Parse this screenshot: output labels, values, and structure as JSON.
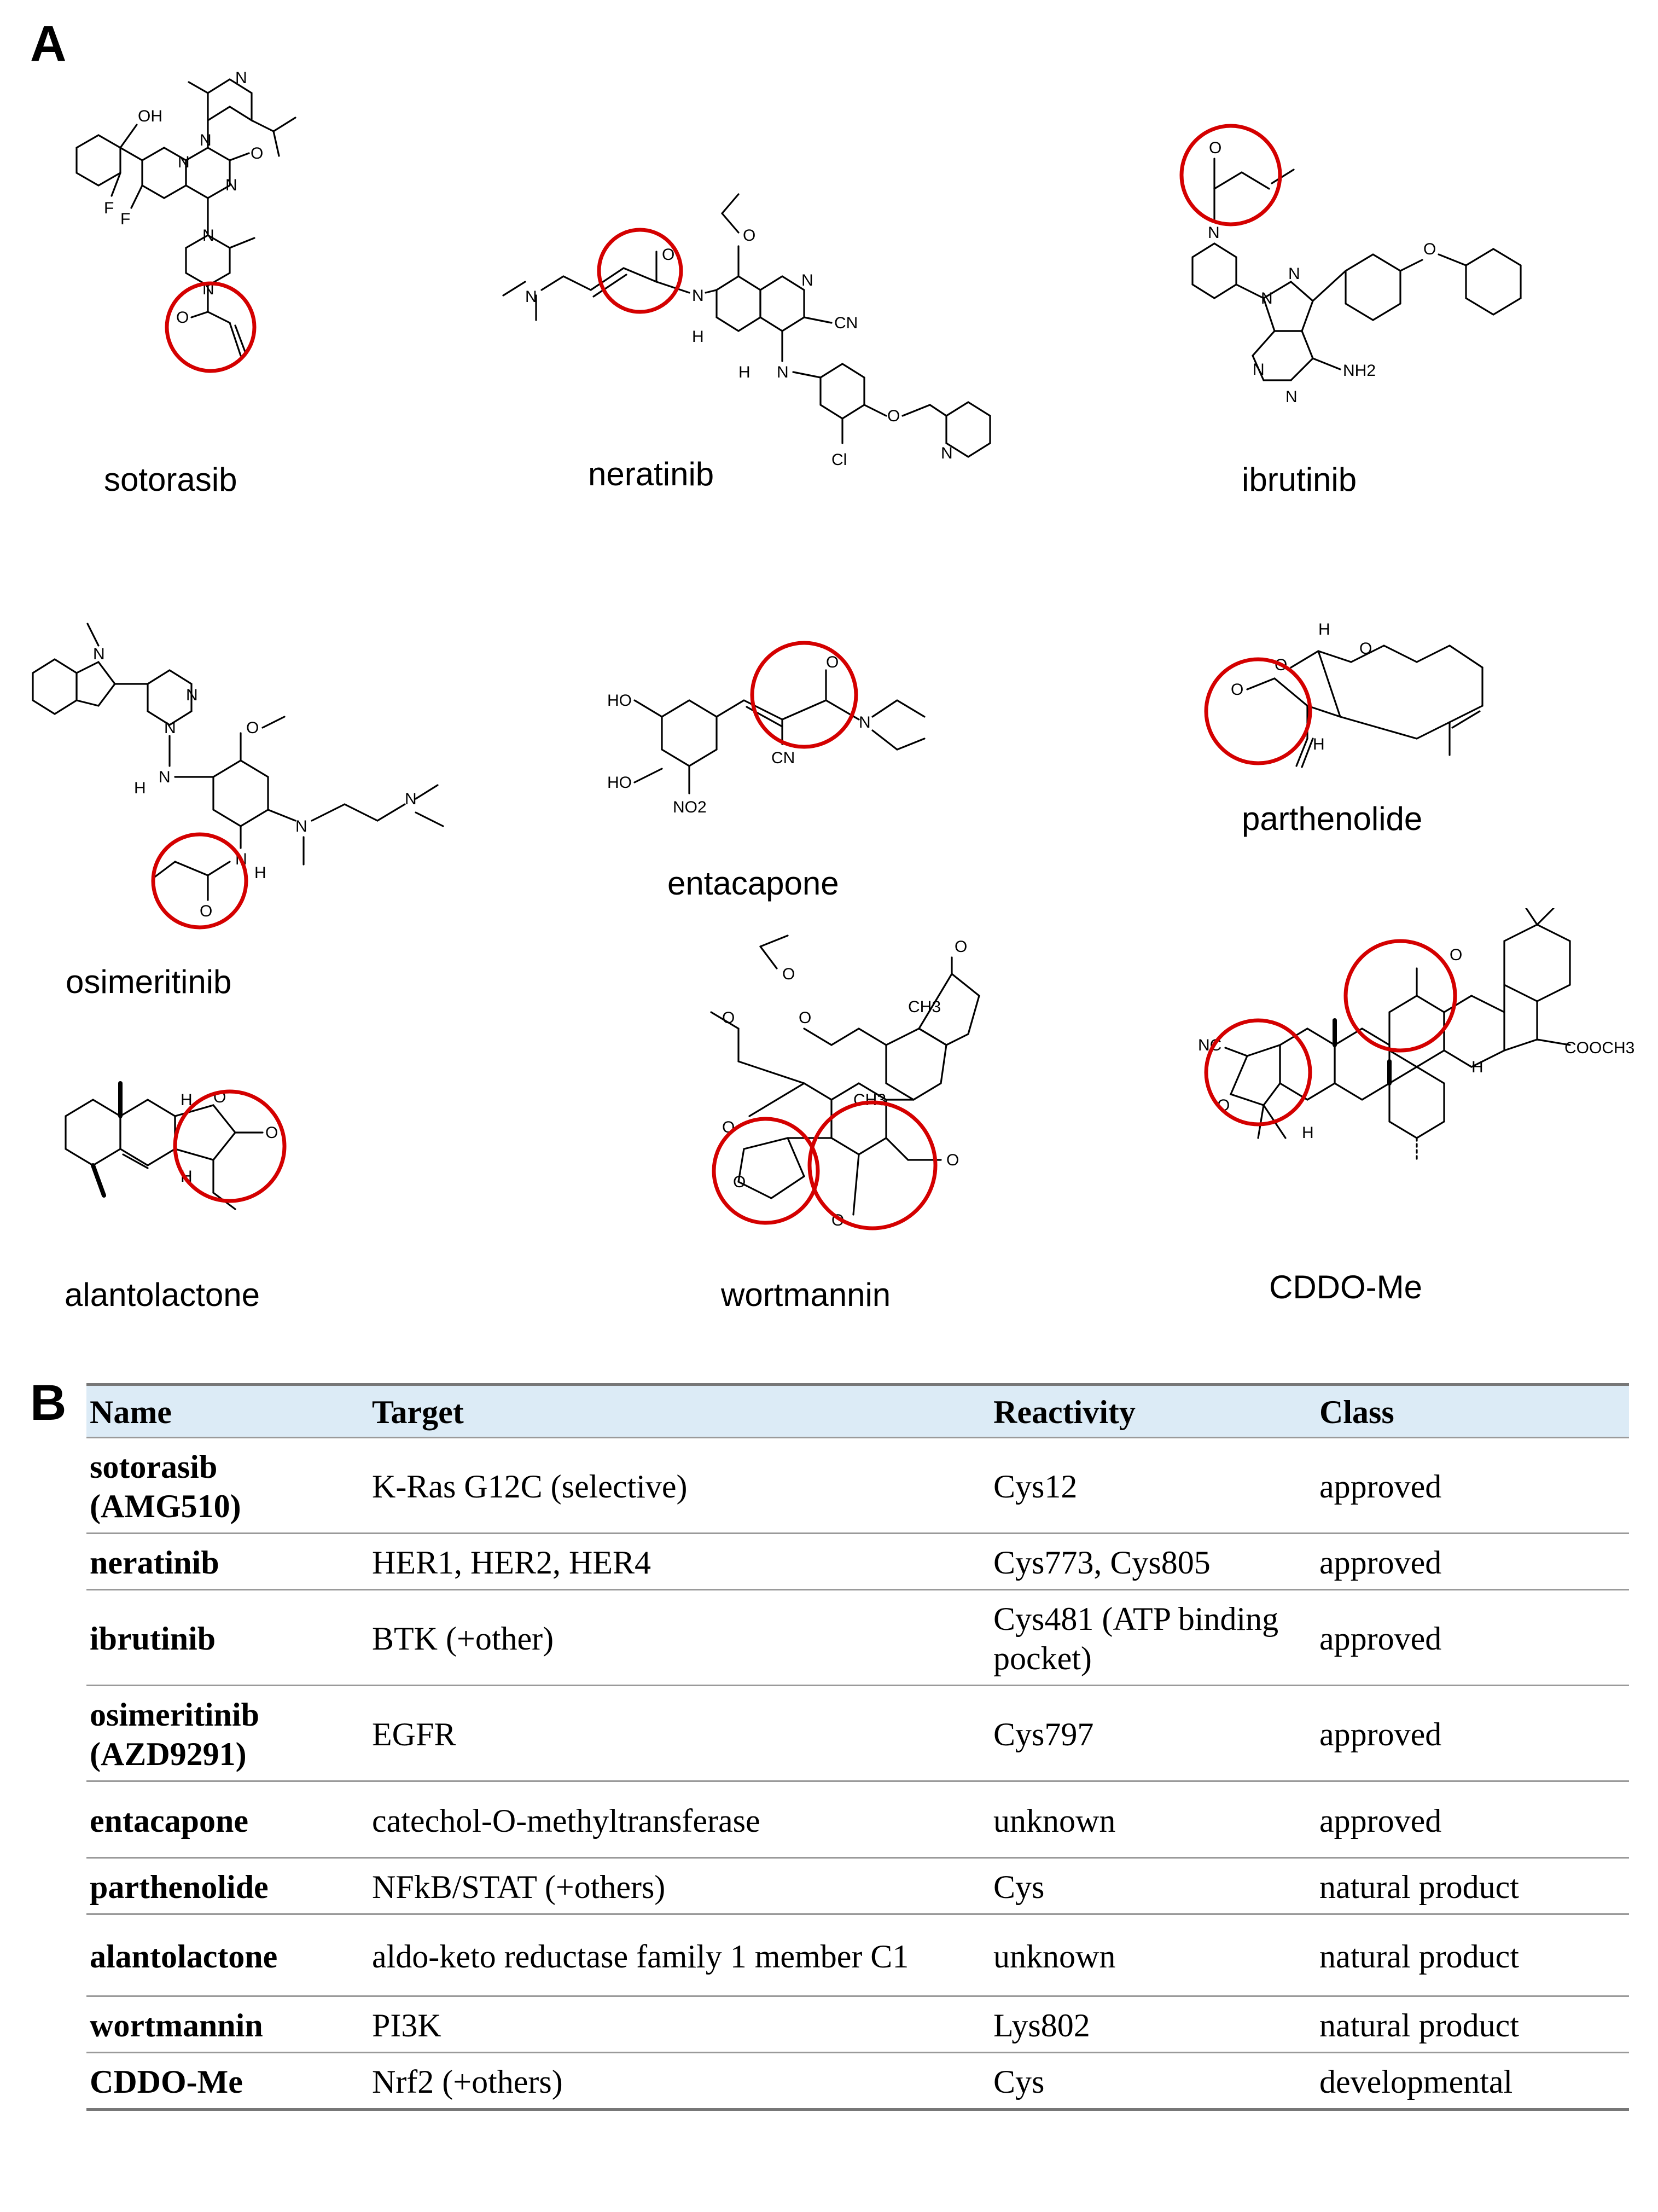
{
  "panel_labels": {
    "a": "A",
    "b": "B"
  },
  "compounds": [
    {
      "name": "sotorasib"
    },
    {
      "name": "neratinib"
    },
    {
      "name": "ibrutinib"
    },
    {
      "name": "osimeritinib"
    },
    {
      "name": "entacapone"
    },
    {
      "name": "parthenolide"
    },
    {
      "name": "alantolactone"
    },
    {
      "name": "wortmannin"
    },
    {
      "name": "CDDO-Me"
    }
  ],
  "atoms": {
    "oh": "OH",
    "n": "N",
    "o": "O",
    "f": "F",
    "h": "H",
    "cn": "CN",
    "cl": "Cl",
    "nh2": "NH2",
    "ho": "HO",
    "no2": "NO2",
    "nc": "NC",
    "ch3": "CH3",
    "cooch3": "COOCH3"
  },
  "colors": {
    "highlight": "#d40000",
    "header_bg": "#dcebf6"
  },
  "table": {
    "headers": [
      "Name",
      "Target",
      "Reactivity",
      "Class"
    ],
    "rows": [
      {
        "name": "sotorasib (AMG510)",
        "target": "K-Ras G12C (selective)",
        "reactivity": "Cys12",
        "class": "approved"
      },
      {
        "name": "neratinib",
        "target": "HER1, HER2, HER4",
        "reactivity": "Cys773, Cys805",
        "class": "approved"
      },
      {
        "name": "ibrutinib",
        "target": "BTK (+other)",
        "reactivity": "Cys481 (ATP binding pocket)",
        "class": "approved"
      },
      {
        "name": "osimeritinib (AZD9291)",
        "target": "EGFR",
        "reactivity": "Cys797",
        "class": "approved"
      },
      {
        "name": "entacapone",
        "target": "catechol-O-methyltransferase",
        "reactivity": "unknown",
        "class": "approved"
      },
      {
        "name": "parthenolide",
        "target": "NFkB/STAT (+others)",
        "reactivity": "Cys",
        "class": "natural product"
      },
      {
        "name": "alantolactone",
        "target": "aldo-keto reductase family 1 member C1",
        "reactivity": "unknown",
        "class": "natural product"
      },
      {
        "name": "wortmannin",
        "target": "PI3K",
        "reactivity": "Lys802",
        "class": "natural product"
      },
      {
        "name": "CDDO-Me",
        "target": "Nrf2 (+others)",
        "reactivity": "Cys",
        "class": "developmental"
      }
    ]
  }
}
